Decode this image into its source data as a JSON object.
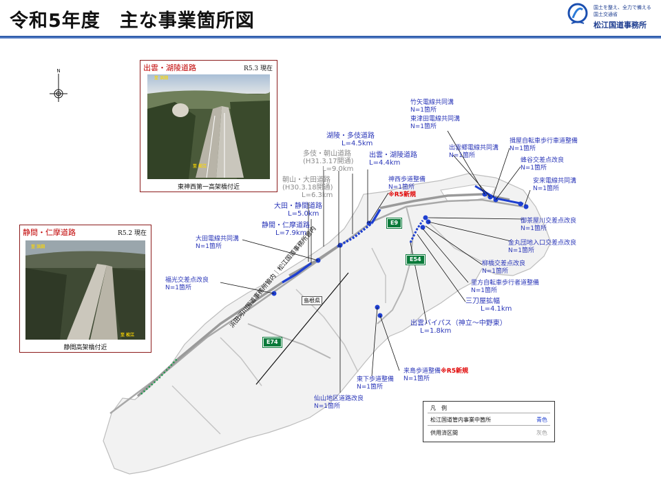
{
  "header": {
    "title": "令和5年度　主な事業箇所図",
    "logo_line1": "国土を整え、全力で備える",
    "logo_line2": "国土交通省",
    "logo_name": "松江国道事務所",
    "accent_color": "#1e4fa0"
  },
  "compass": {
    "north_label": "N"
  },
  "photos": [
    {
      "title": "出雲・湖陵道路",
      "date": "R5.3 現在",
      "caption": "東神西第一高架橋付近",
      "tag_a": "至 浜田",
      "tag_b": "至 松江"
    },
    {
      "title": "静間・仁摩道路",
      "date": "R5.2 現在",
      "caption": "静間高架橋付近",
      "tag_a": "至 浜田",
      "tag_b": "至 松江"
    }
  ],
  "labels": {
    "takeya": [
      "竹矢電線共同溝",
      "N=1箇所"
    ],
    "higashitsuda": [
      "東津田電線共同溝",
      "N=1箇所"
    ],
    "izumogo": [
      "出雲郷電線共同溝",
      "N=1箇所"
    ],
    "ibaya": [
      "揖屋自転車歩行車道整備",
      "N=1箇所"
    ],
    "hachiyado": [
      "蜂谷交差点改良",
      "N=1箇所"
    ],
    "yasuki": [
      "安来電線共同溝",
      "N=1箇所"
    ],
    "ryokoku": [
      "湖陵・多伎道路",
      "L=4.5km"
    ],
    "taki_asayama": [
      "多伎・朝山道路",
      "(H31.3.17開通)",
      "L=9.0km"
    ],
    "izumo_koryo": [
      "出雲・湖陵道路",
      "L=4.4km"
    ],
    "asayama_oda": [
      "朝山・大田道路",
      "(H30.3.18開通)",
      "L=6.3km"
    ],
    "kanzai": [
      "神西歩道整備",
      "N=1箇所"
    ],
    "kanzai_new": "※R5新規",
    "oda_shizuma": [
      "大田・静間道路",
      "L=5.0km"
    ],
    "shizuma_nima": [
      "静間・仁摩道路",
      "L=7.9km"
    ],
    "oda_densen": [
      "大田電線共同溝",
      "N=1箇所"
    ],
    "fukumitsu": [
      "福光交差点改良",
      "N=1箇所"
    ],
    "misakiya": [
      "御茶屋川交差点改良",
      "N=1箇所"
    ],
    "kanamaru": [
      "金丸団地入口交差点改良",
      "N=1箇所"
    ],
    "yanagibashi": [
      "柳橋交差点改良",
      "N=1箇所"
    ],
    "satokata": [
      "里方自転車歩行者道整備",
      "N=1箇所"
    ],
    "mitoya": [
      "三刀屋拡幅",
      "L=4.1km"
    ],
    "izumo_bypass": [
      "出雲バイパス（神立～中野東）",
      "L=1.8km"
    ],
    "kishima": [
      "来島歩道整備",
      "N=1箇所"
    ],
    "kishima_new": "※R5新規",
    "higashishimo": [
      "東下歩道整備",
      "N=1箇所"
    ],
    "senzan": [
      "仙山地区道路改良",
      "N=1箇所"
    ]
  },
  "boundary_label": "浜田河川国道事務所管内｜松江国道事務所管内",
  "prefecture": "島根県",
  "highways": [
    "E9",
    "E54",
    "E74"
  ],
  "legend": {
    "title": "凡　例",
    "row1": "松江国道管内事業中箇所",
    "row1_value": "青色",
    "row1_color": "#1e3fd0",
    "row2": "供用済区間",
    "row2_value": "灰色",
    "row2_color": "#999999"
  }
}
